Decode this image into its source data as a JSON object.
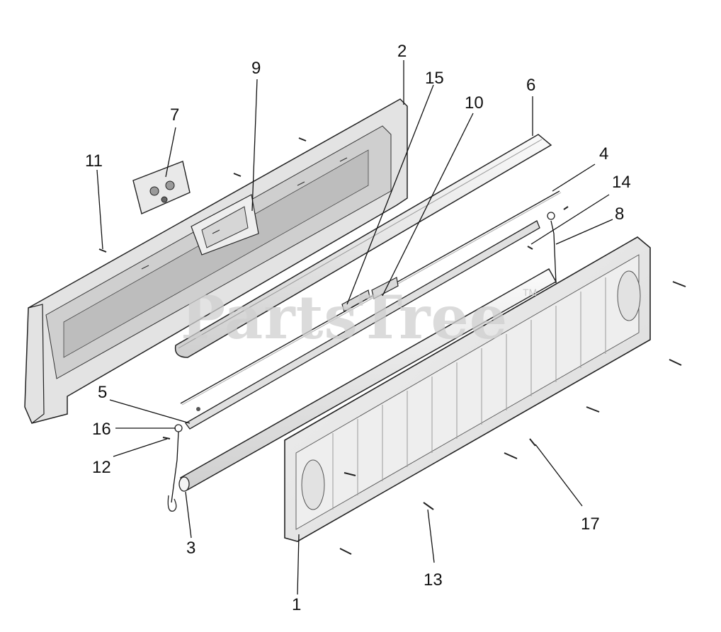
{
  "watermark": {
    "text": "PartsTree",
    "trademark": "TM"
  },
  "callouts": [
    {
      "id": "1",
      "label": "1"
    },
    {
      "id": "2",
      "label": "2"
    },
    {
      "id": "3",
      "label": "3"
    },
    {
      "id": "4",
      "label": "4"
    },
    {
      "id": "5",
      "label": "5"
    },
    {
      "id": "6",
      "label": "6"
    },
    {
      "id": "7",
      "label": "7"
    },
    {
      "id": "8",
      "label": "8"
    },
    {
      "id": "9",
      "label": "9"
    },
    {
      "id": "10",
      "label": "10"
    },
    {
      "id": "11",
      "label": "11"
    },
    {
      "id": "12",
      "label": "12"
    },
    {
      "id": "13",
      "label": "13"
    },
    {
      "id": "14",
      "label": "14"
    },
    {
      "id": "15",
      "label": "15"
    },
    {
      "id": "16",
      "label": "16"
    },
    {
      "id": "17",
      "label": "17"
    }
  ],
  "colors": {
    "line": "#222222",
    "face": "#e6e6e6",
    "face_light": "#f1f1f1",
    "face_dark": "#bdbdbd",
    "watermark": "#cfcfcf"
  }
}
